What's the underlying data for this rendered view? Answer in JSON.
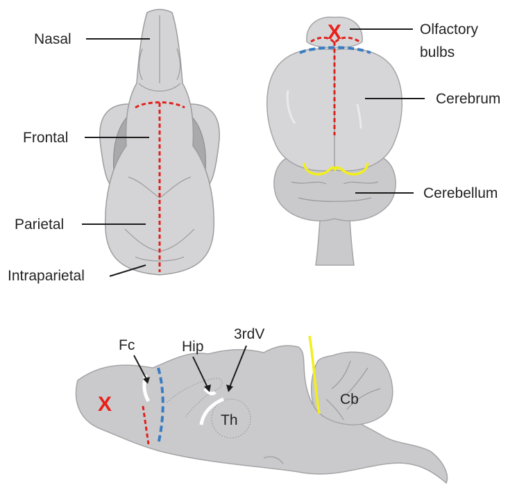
{
  "skull_panel": {
    "labels": {
      "nasal": "Nasal",
      "frontal": "Frontal",
      "parietal": "Parietal",
      "intraparietal": "Intraparietal"
    }
  },
  "brain_dorsal_panel": {
    "x_mark": "X",
    "labels": {
      "olfactory_line1": "Olfactory",
      "olfactory_line2": "bulbs",
      "cerebrum": "Cerebrum",
      "cerebellum": "Cerebellum"
    }
  },
  "sagittal_panel": {
    "x_mark": "X",
    "labels": {
      "fc": "Fc",
      "hip": "Hip",
      "third_ventricle": "3rdV",
      "thalamus": "Th",
      "cerebellum": "Cb"
    }
  },
  "colors": {
    "cut_red": "#e0201b",
    "cut_blue": "#3a7cc2",
    "cut_yellow": "#f2ef1a",
    "x_mark": "#e8201a"
  }
}
